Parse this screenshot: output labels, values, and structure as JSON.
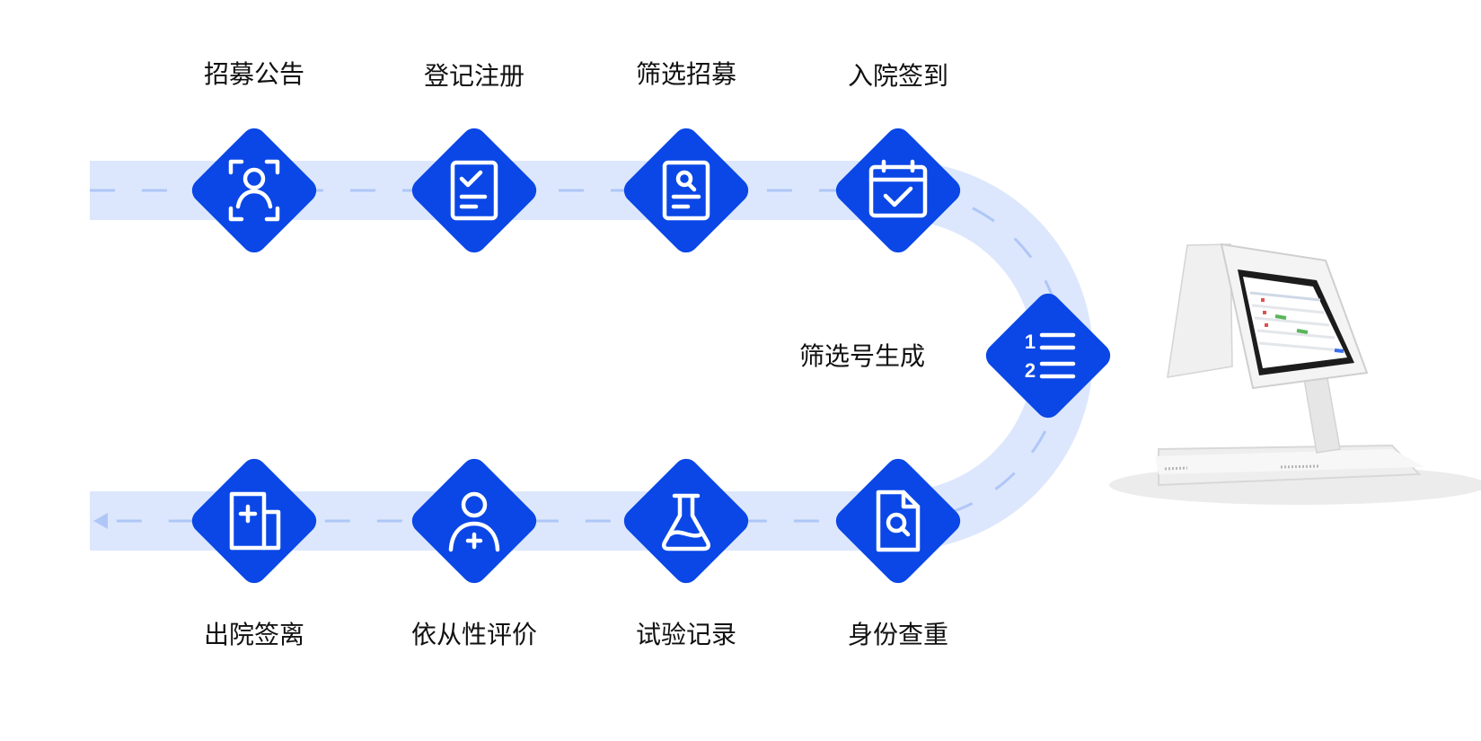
{
  "steps": [
    {
      "label": "招募公告",
      "icon": "face-scan-icon"
    },
    {
      "label": "登记注册",
      "icon": "checklist-document-icon"
    },
    {
      "label": "筛选招募",
      "icon": "document-search-icon"
    },
    {
      "label": "入院签到",
      "icon": "calendar-check-icon"
    },
    {
      "label": "筛选号生成",
      "icon": "numbered-list-icon"
    },
    {
      "label": "身份查重",
      "icon": "file-search-icon"
    },
    {
      "label": "试验记录",
      "icon": "flask-icon"
    },
    {
      "label": "依从性评价",
      "icon": "user-add-icon"
    },
    {
      "label": "出院签离",
      "icon": "hospital-building-icon"
    }
  ],
  "colors": {
    "accent": "#0A47E6",
    "track": "#DCE7FD",
    "dash": "#AFC7F7",
    "text": "#111111"
  }
}
